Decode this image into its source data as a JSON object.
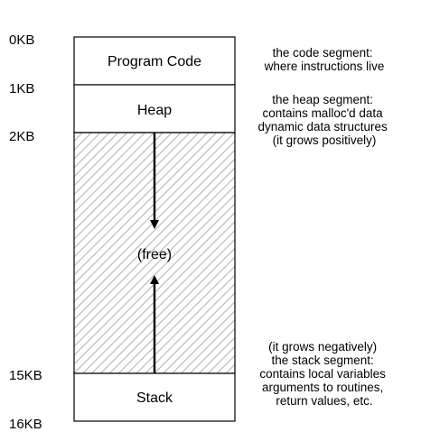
{
  "addresses": [
    "0KB",
    "1KB",
    "2KB",
    "15KB",
    "16KB"
  ],
  "segments": {
    "code": "Program Code",
    "heap": "Heap",
    "free": "(free)",
    "stack": "Stack"
  },
  "notes": {
    "code": [
      "the code segment:",
      "where instructions live"
    ],
    "heap": [
      "the heap segment:",
      "contains malloc'd data",
      "dynamic data structures",
      "(it grows positively)"
    ],
    "stack": [
      "(it grows negatively)",
      "the stack segment:",
      "contains local variables",
      "arguments to routines,",
      "return values, etc."
    ]
  }
}
